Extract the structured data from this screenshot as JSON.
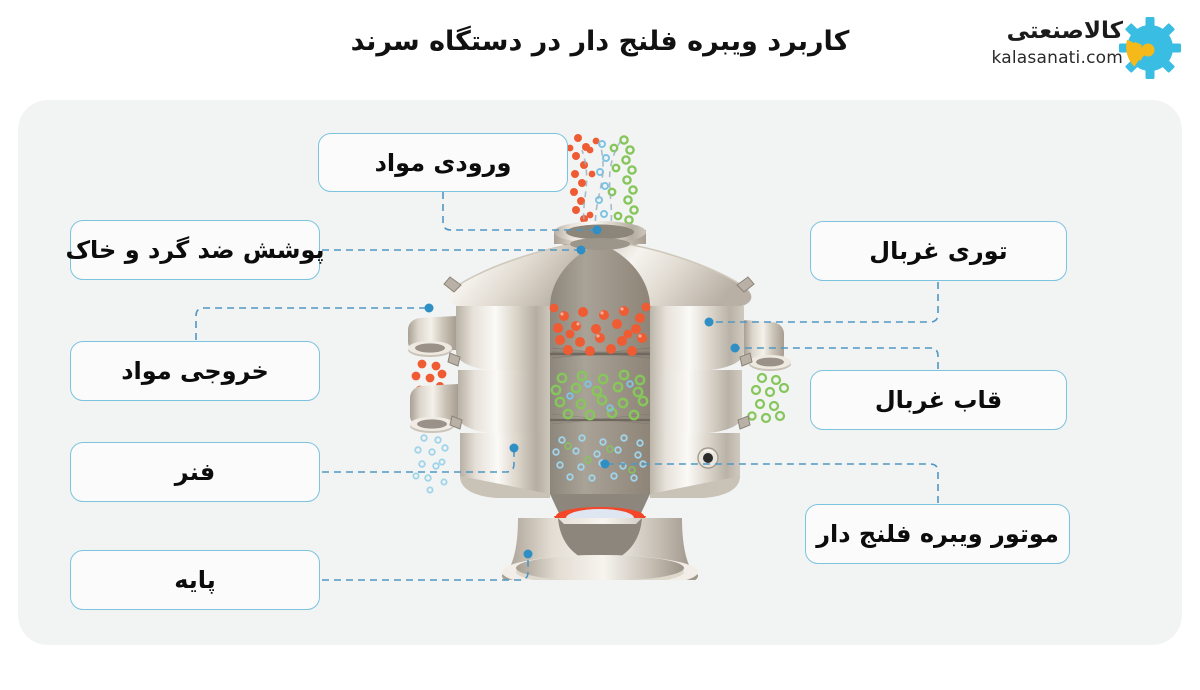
{
  "header": {
    "title": "کاربرد ویبره فلنج دار در دستگاه سرند",
    "logo": {
      "name_fa": "کالاصنعتی",
      "name_en": "kalasanati.com",
      "icon": "gear-wifi-logo-icon",
      "gear_color": "#39bde3",
      "arc_color": "#f5b91a"
    }
  },
  "diagram": {
    "subject": "vibrating-sieve-machine",
    "panel_color": "#f2f3f3",
    "callout_border_color": "#7cc3e0",
    "connector_color": "#4f97c4",
    "labels": [
      {
        "id": "material-inlet",
        "text": "ورودی مواد",
        "side": "left"
      },
      {
        "id": "dust-proof-cover",
        "text": "پوشش ضد گرد و خاک",
        "side": "left"
      },
      {
        "id": "material-outlet",
        "text": "خروجی مواد",
        "side": "left"
      },
      {
        "id": "spring",
        "text": "فنر",
        "side": "left"
      },
      {
        "id": "base",
        "text": "پایه",
        "side": "left"
      },
      {
        "id": "sieve-mesh",
        "text": "توری غربال",
        "side": "right"
      },
      {
        "id": "sieve-frame",
        "text": "قاب غربال",
        "side": "right"
      },
      {
        "id": "flanged-vibrator-motor",
        "text": "موتور ویبره فلنج دار",
        "side": "right"
      }
    ],
    "particles": {
      "coarse_color": "#ef5b32",
      "medium_color": "#86c65a",
      "fine_color": "#9fd4ea",
      "motor_body_color": "#b8c6d6",
      "counterweight_color": "#e8391c",
      "spring_color": "#f2e21c",
      "body_color": "#d8d2c8"
    }
  }
}
